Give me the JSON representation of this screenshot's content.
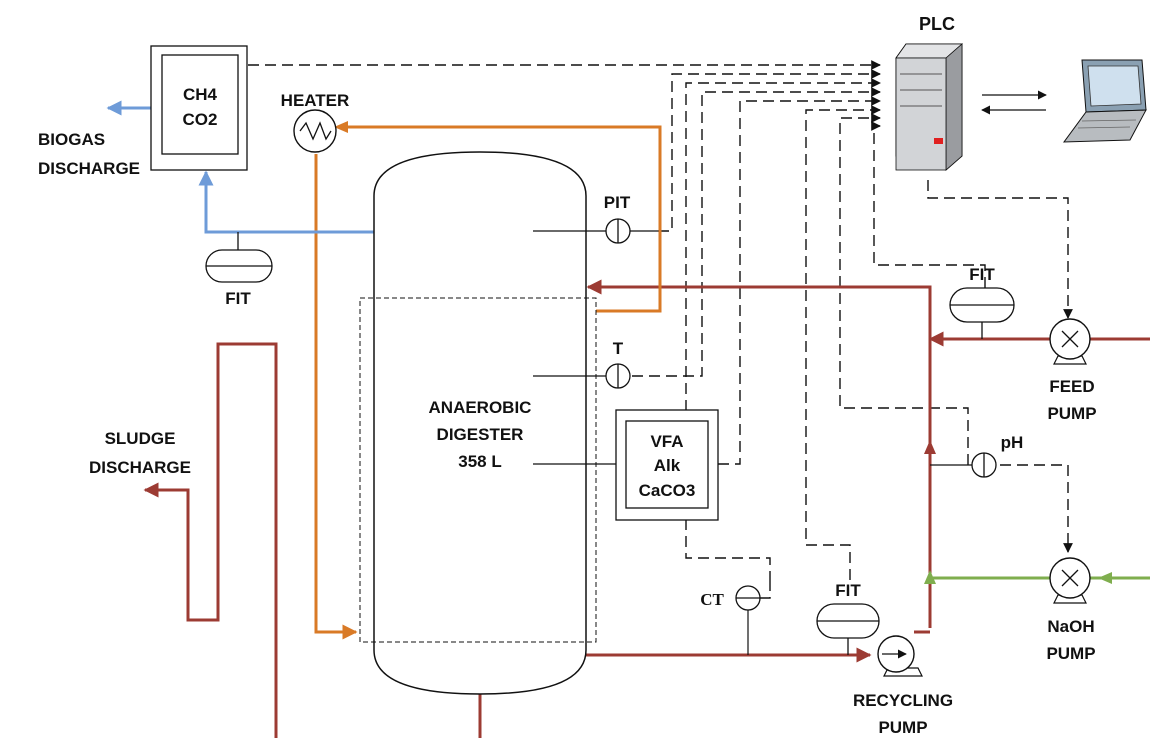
{
  "plc": {
    "title": "PLC"
  },
  "gas_analyzer": {
    "line1": "CH4",
    "line2": "CO2"
  },
  "heater": {
    "label": "HEATER"
  },
  "biogas": {
    "line1": "BIOGAS",
    "line2": "DISCHARGE"
  },
  "biogas_flow": {
    "label": "FIT"
  },
  "digester": {
    "line1": "ANAEROBIC",
    "line2": "DIGESTER",
    "line3": "358 L"
  },
  "pressure": {
    "label": "PIT"
  },
  "temperature": {
    "label": "T"
  },
  "vfa_analyzer": {
    "line1": "VFA",
    "line2": "Alk",
    "line3": "CaCO3"
  },
  "sludge": {
    "line1": "SLUDGE",
    "line2": "DISCHARGE"
  },
  "feed_flow": {
    "label": "FIT"
  },
  "feed_pump": {
    "line1": "FEED",
    "line2": "PUMP"
  },
  "ph_sensor": {
    "label": "pH"
  },
  "naoh_pump": {
    "line1": "NaOH",
    "line2": "PUMP"
  },
  "conductivity": {
    "label": "CT"
  },
  "recycle_flow": {
    "label": "FIT"
  },
  "recycling_pump": {
    "line1": "RECYCLING",
    "line2": "PUMP"
  },
  "colors": {
    "sludge_line": "#9c3b33",
    "heating_line": "#d97a26",
    "biogas_line": "#6e9bd8",
    "naoh_line": "#7fae4e",
    "signal_line": "#111111"
  }
}
